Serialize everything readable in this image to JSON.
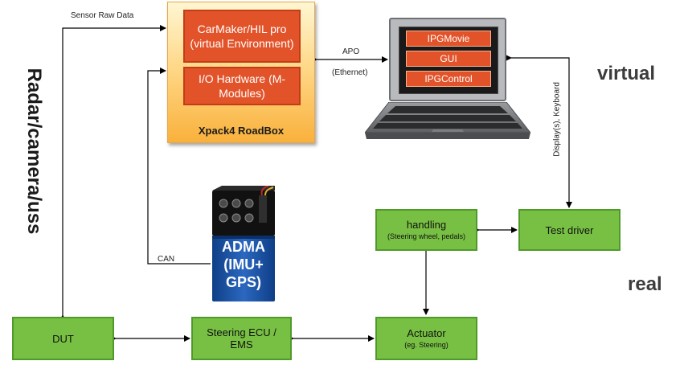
{
  "labels": {
    "sensor_raw": "Sensor Raw Data",
    "apo": "APO",
    "ethernet": "(Ethernet)",
    "can": "CAN",
    "display_keyboard": "Display(s), Keyboard",
    "left_vertical": "Radar/camera/uss",
    "virtual": "virtual",
    "real": "real"
  },
  "roadbox": {
    "label": "Xpack4 RoadBox",
    "carmaker": "CarMaker/HIL pro (virtual Environment)",
    "io": "I/O Hardware (M-Modules)"
  },
  "laptop": {
    "items": [
      "IPGMovie",
      "GUI",
      "IPGControl"
    ]
  },
  "adma": {
    "label": "ADMA (IMU+ GPS)"
  },
  "boxes": {
    "handling": {
      "title": "handling",
      "sub": "(Steering wheel, pedals)"
    },
    "test_driver": {
      "title": "Test driver"
    },
    "dut": {
      "title": "DUT"
    },
    "steering_ecu": {
      "title": "Steering ECU / EMS"
    },
    "actuator": {
      "title": "Actuator",
      "sub": "(eg. Steering)"
    }
  },
  "colors": {
    "orange": "#e2532a",
    "green": "#78c043",
    "roadbox_yellow": "#ffd98a"
  }
}
